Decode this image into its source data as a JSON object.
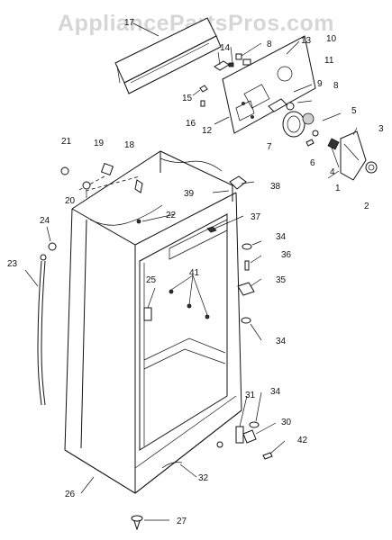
{
  "watermark": "AppliancePartsPros.com",
  "colors": {
    "background": "#ffffff",
    "ink": "#111111",
    "watermark": "#b4b4b4"
  },
  "callouts": [
    "1",
    "2",
    "3",
    "4",
    "5",
    "6",
    "7",
    "8",
    "8",
    "9",
    "10",
    "11",
    "12",
    "13",
    "14",
    "15",
    "16",
    "17",
    "18",
    "19",
    "20",
    "21",
    "22",
    "23",
    "24",
    "25",
    "26",
    "27",
    "30",
    "31",
    "32",
    "34",
    "34",
    "34",
    "35",
    "36",
    "37",
    "38",
    "39",
    "41",
    "42"
  ]
}
